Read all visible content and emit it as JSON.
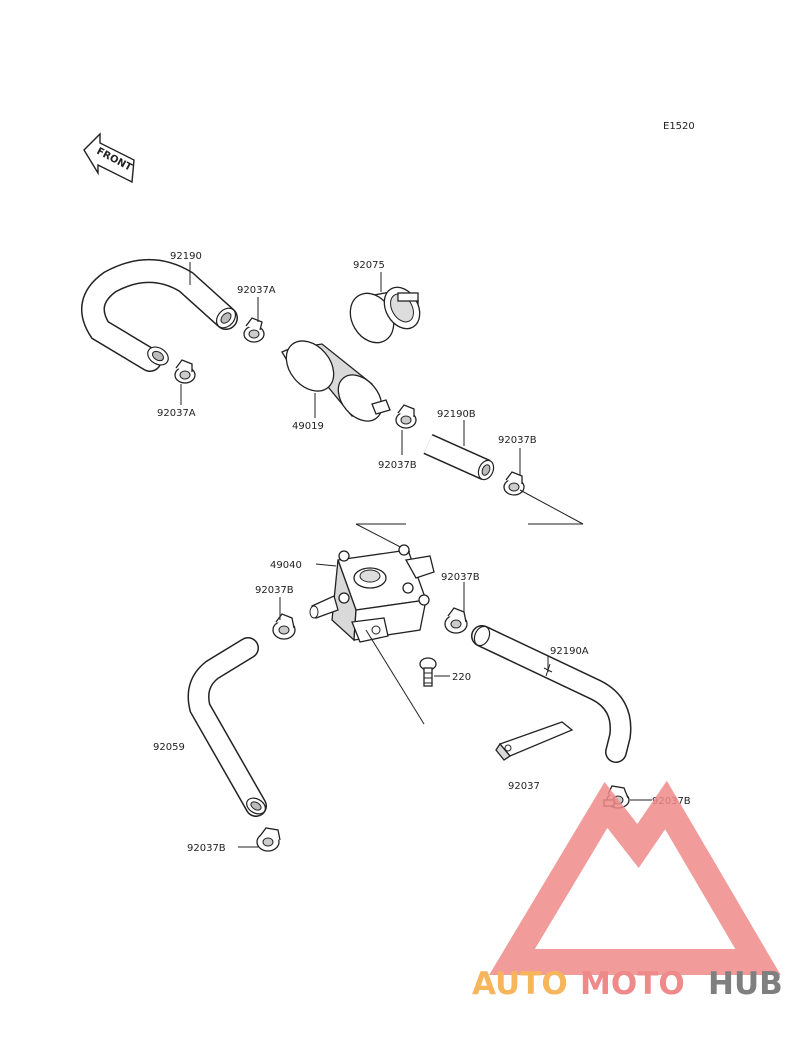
{
  "figure_code": "E1520",
  "front_label": "FRONT",
  "labels": {
    "hose_92190": "92190",
    "clamp_92037A_top": "92037A",
    "clamp_92037A_left": "92037A",
    "holder_92075": "92075",
    "filter_49019": "49019",
    "hose_92190B": "92190B",
    "clamp_92037B_filter": "92037B",
    "clamp_92037B_right": "92037B",
    "pump_49040": "49040",
    "clamp_92037B_pump_left": "92037B",
    "clamp_92037B_pump_right": "92037B",
    "hose_92190A": "92190A",
    "bolt_220": "220",
    "band_92037": "92037",
    "hose_92059": "92059",
    "clamp_92037B_bottom_left": "92037B",
    "clamp_92037B_bottom_right": "92037B"
  },
  "watermark": {
    "auto": "AUTO",
    "moto": "MOTO",
    "hub": "HUB",
    "colors": {
      "auto": "#f7b55c",
      "moto": "#ef8a8a",
      "hub": "#7f7f7f",
      "logo": "#f08a8a"
    }
  }
}
